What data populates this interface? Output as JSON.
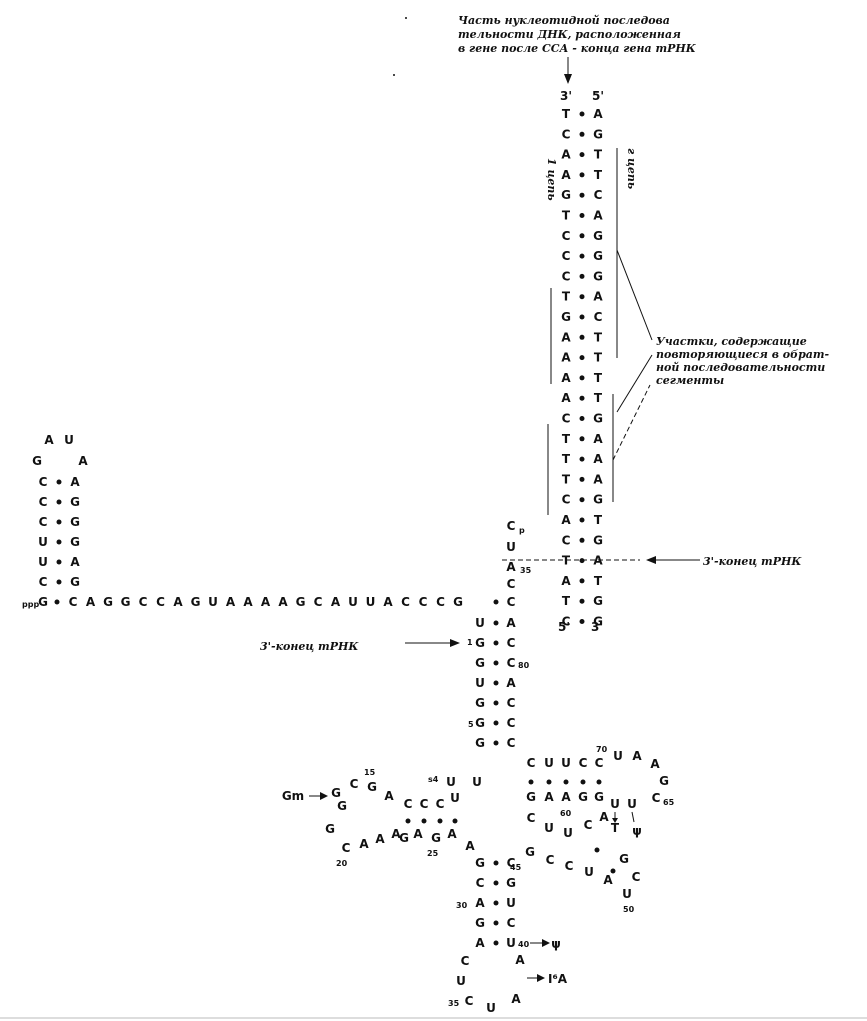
{
  "caption": {
    "lines": [
      "Часть нуклеотидной последова",
      "тельности ДНК, расположенная",
      "в гене после ССА - конца гена тРНК"
    ]
  },
  "labels": {
    "chain1": "1 цепь",
    "chainr": "г цепь",
    "repeats": [
      "Участки, содержащие",
      "повторяющиеся в обрат-",
      "ной последовательности",
      "сегменты"
    ],
    "end_right": "3'-конец тРНК",
    "end_left": "3'-конец тРНК"
  },
  "dna": {
    "top_left": "3'",
    "top_right": "5'",
    "bottom_left": "5'",
    "bottom_right": "3'",
    "pairs": [
      [
        "T",
        "A"
      ],
      [
        "C",
        "G"
      ],
      [
        "A",
        "T"
      ],
      [
        "A",
        "T"
      ],
      [
        "G",
        "C"
      ],
      [
        "T",
        "A"
      ],
      [
        "C",
        "G"
      ],
      [
        "C",
        "G"
      ],
      [
        "C",
        "G"
      ],
      [
        "T",
        "A"
      ],
      [
        "G",
        "C"
      ],
      [
        "A",
        "T"
      ],
      [
        "A",
        "T"
      ],
      [
        "A",
        "T"
      ],
      [
        "A",
        "T"
      ],
      [
        "C",
        "G"
      ],
      [
        "T",
        "A"
      ],
      [
        "T",
        "A"
      ],
      [
        "T",
        "A"
      ],
      [
        "C",
        "G"
      ],
      [
        "A",
        "T"
      ],
      [
        "C",
        "G"
      ],
      [
        "T",
        "A"
      ],
      [
        "A",
        "T"
      ],
      [
        "T",
        "G"
      ],
      [
        "C",
        "G"
      ]
    ]
  },
  "hairpin": {
    "loop_top": [
      "A",
      "U"
    ],
    "loop_side": [
      "G",
      "A"
    ],
    "pairs": [
      [
        "C",
        "A"
      ],
      [
        "C",
        "G"
      ],
      [
        "C",
        "G"
      ],
      [
        "U",
        "G"
      ],
      [
        "U",
        "A"
      ],
      [
        "C",
        "G"
      ]
    ],
    "ppp": "ppp",
    "first": "G",
    "linker": "CAGGCCAGUAAAAGCAUUACCCG",
    "pair_last": "C"
  },
  "trna": {
    "tail": [
      "C",
      "U",
      "A",
      "C",
      "C"
    ],
    "tail_p": "p",
    "acceptor": [
      [
        "U",
        "A"
      ],
      [
        "G",
        "C"
      ],
      [
        "G",
        "C"
      ],
      [
        "U",
        "A"
      ],
      [
        "G",
        "C"
      ],
      [
        "G",
        "C"
      ],
      [
        "G",
        "C"
      ]
    ],
    "n1": "1",
    "n5": "5",
    "n35_top": "35",
    "n80": "80",
    "t_strand": [
      "C",
      "U",
      "U",
      "C",
      "C"
    ],
    "t_loop": [
      "U",
      "A",
      "A",
      "G"
    ],
    "t_back": [
      "G",
      "A",
      "A",
      "G",
      "G",
      "U",
      "U"
    ],
    "t_c65": "C",
    "n70": "70",
    "n65": "65",
    "n60": "60",
    "t_mod1": "T",
    "t_mod2": "ψ",
    "var_loop": [
      "C",
      "U",
      "U",
      "C",
      "A"
    ],
    "var_right": [
      "G",
      "C",
      "C",
      "U",
      "A",
      "G"
    ],
    "n45": "45",
    "n50": "50",
    "d_top": [
      "U",
      "U"
    ],
    "d_top_num": "s4",
    "d_stem_top": [
      "C",
      "C",
      "C",
      "U"
    ],
    "d_stem_bot": [
      "G",
      "A",
      "G",
      "A"
    ],
    "d_loop": [
      "G",
      "C",
      "G",
      "A",
      "G",
      "G",
      "C",
      "A",
      "A",
      "A",
      "A"
    ],
    "gm": "Gm",
    "n15": "15",
    "n20": "20",
    "n25": "25",
    "anticodon_stem": [
      [
        "G",
        "C"
      ],
      [
        "C",
        "G"
      ],
      [
        "A",
        "U"
      ],
      [
        "G",
        "C"
      ],
      [
        "A",
        "U"
      ]
    ],
    "n30": "30",
    "n40": "40",
    "psi": "ψ",
    "ac_loop": [
      "C",
      "U",
      "C",
      "U",
      "A",
      "A"
    ],
    "n35": "35",
    "i6a": "I⁶A"
  }
}
